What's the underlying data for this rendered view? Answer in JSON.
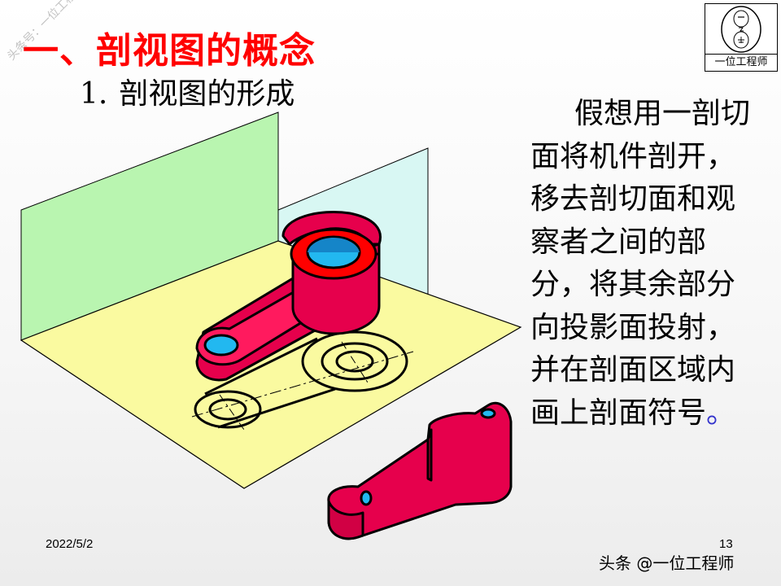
{
  "slide": {
    "title": "一、剖视图的概念",
    "subtitle_num": "1.",
    "subtitle": "剖视图的形成",
    "body": "假想用一剖切面将机件剖开，移去剖切面和观察者之间的部分，将其余部分向投影面投射，并在剖面区域内画上剖面符号",
    "body_end": "。",
    "date": "2022/5/2",
    "page_number": "13"
  },
  "watermark": {
    "diagonal": "头条号：一位工程师",
    "footer": "头条 @一位工程师"
  },
  "logo": {
    "caption": "一位工程师"
  },
  "colors": {
    "title": "#ff0000",
    "part_fill": "#e6004c",
    "hole_fill": "#22b8f0",
    "cut_face": "#ff0000",
    "back_plane": "#b9f5b0",
    "side_plane": "#d8f7f3",
    "floor_plane": "#fafaa0"
  }
}
